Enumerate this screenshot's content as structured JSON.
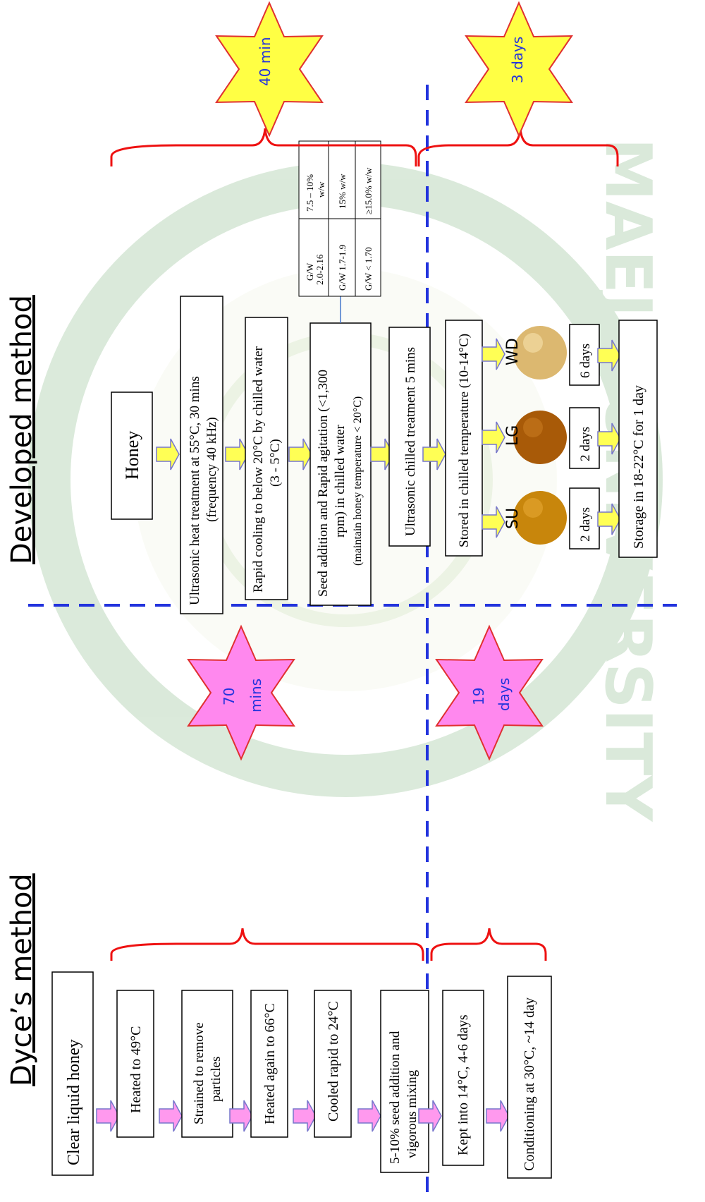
{
  "titles": {
    "dyce": "Dyce’s method",
    "developed": "Developed method"
  },
  "dyce_steps": [
    "Clear liquid honey",
    "Heated to 49°C",
    "Strained to remove",
    "particles",
    "Heated again to 66°C",
    "Cooled rapid to 24°C",
    "5-10% seed addition and",
    "vigorous mixing",
    "Kept into 14°C, 4-6 days",
    "Conditioning at 30°C, ~14 day"
  ],
  "developed_steps": {
    "honey": "Honey",
    "ultrasonic_heat": [
      "Ultrasonic  heat treatment at 55°C, 30 mins",
      "(frequency 40 kHz)"
    ],
    "rapid_cooling": [
      "Rapid cooling to below 20°C by chilled water",
      "(3 - 5°C)"
    ],
    "seed_addition": [
      "Seed addition and Rapid agitation (<1,300",
      "rpm) in chilled water",
      "(maintain honey temperature < 20°C)"
    ],
    "ultrasonic_chilled": "Ultrasonic chilled treatment  5 mins",
    "stored": "Stored in chilled temperature  (10-14°C)",
    "storage": "Storage in 18-22°C for 1 day"
  },
  "seed_table": [
    {
      "gw": [
        "G/W",
        "2.0-2.16"
      ],
      "seed": [
        "7.5 – 10%",
        "w/w"
      ]
    },
    {
      "gw": [
        "G/W 1.7-1.9"
      ],
      "seed": [
        "15% w/w"
      ]
    },
    {
      "gw": [
        "G/W < 1.70"
      ],
      "seed": [
        "≥15.0% w/w"
      ]
    }
  ],
  "honey_types": [
    {
      "code": "SU",
      "days": "2 days",
      "color": "#c8860c"
    },
    {
      "code": "LG",
      "days": "2 days",
      "color": "#a85a08"
    },
    {
      "code": "WD",
      "days": "6 days",
      "color": "#dcb870"
    }
  ],
  "stars": {
    "dev_process": "40 min",
    "dev_storage": "3 days",
    "dyce_process": [
      "70",
      "mins"
    ],
    "dyce_storage": [
      "19",
      "days"
    ]
  },
  "watermark": "MAEJO UNIVERSITY",
  "colors": {
    "yellow_star": "#ffff44",
    "pink_star": "#ff88ee",
    "star_stroke": "#e03030",
    "brace": "#ee1111",
    "dashed": "#2233dd",
    "yellow_arrow": "#ffff55",
    "pink_arrow": "#ff99ee",
    "arrow_stroke": "#7777cc",
    "star_text": "#2233dd"
  }
}
